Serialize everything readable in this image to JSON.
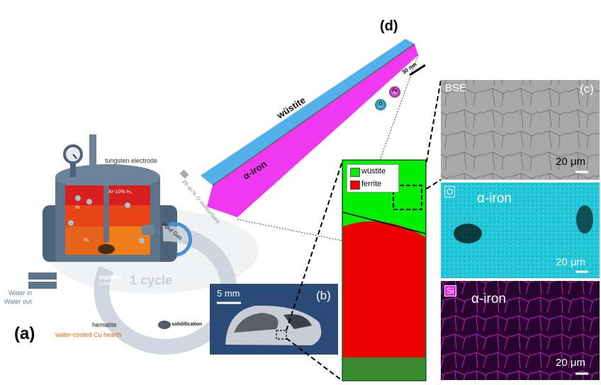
{
  "panel_a": {
    "label": "(a)",
    "tungsten_electrode": "tungsten electrode",
    "ar": "Ar",
    "ar_h2": "Ar-10% H₂",
    "h2": "H₂",
    "input_gas": "input Gas",
    "melting": "melting",
    "melting_time": "(1min)",
    "cycle": "1 cycle",
    "water_in": "Water in",
    "water_out": "Water out",
    "hematite": "hematite",
    "hearth": "water-cooled Cu hearth",
    "solidification": "solidification"
  },
  "panel_b": {
    "label": "(b)",
    "scale": "5 mm"
  },
  "panel_c": {
    "label": "(c)",
    "bse": "BSE",
    "scale": "20 μm"
  },
  "panel_o": {
    "element": "O",
    "phase": "α-iron",
    "scale": "20 μm"
  },
  "panel_si": {
    "element": "Si",
    "phase": "α-iron",
    "scale": "20 μm"
  },
  "panel_d": {
    "label": "(d)",
    "wustite": "wüstite",
    "alpha_iron": "α-iron",
    "scale": "30 nm",
    "fe": "Fe",
    "o": "O",
    "isosurface": "20 at.% O isosurface"
  },
  "phase_map": {
    "legend": [
      {
        "label": "wüstite",
        "color": "#00ee00"
      },
      {
        "label": "ferrite",
        "color": "#ee0000"
      }
    ]
  },
  "colors": {
    "wustite_apt": "#3fa8e8",
    "iron_apt": "#ee22ee",
    "o_map": "#22c8d8",
    "si_map": "#2a0430"
  }
}
